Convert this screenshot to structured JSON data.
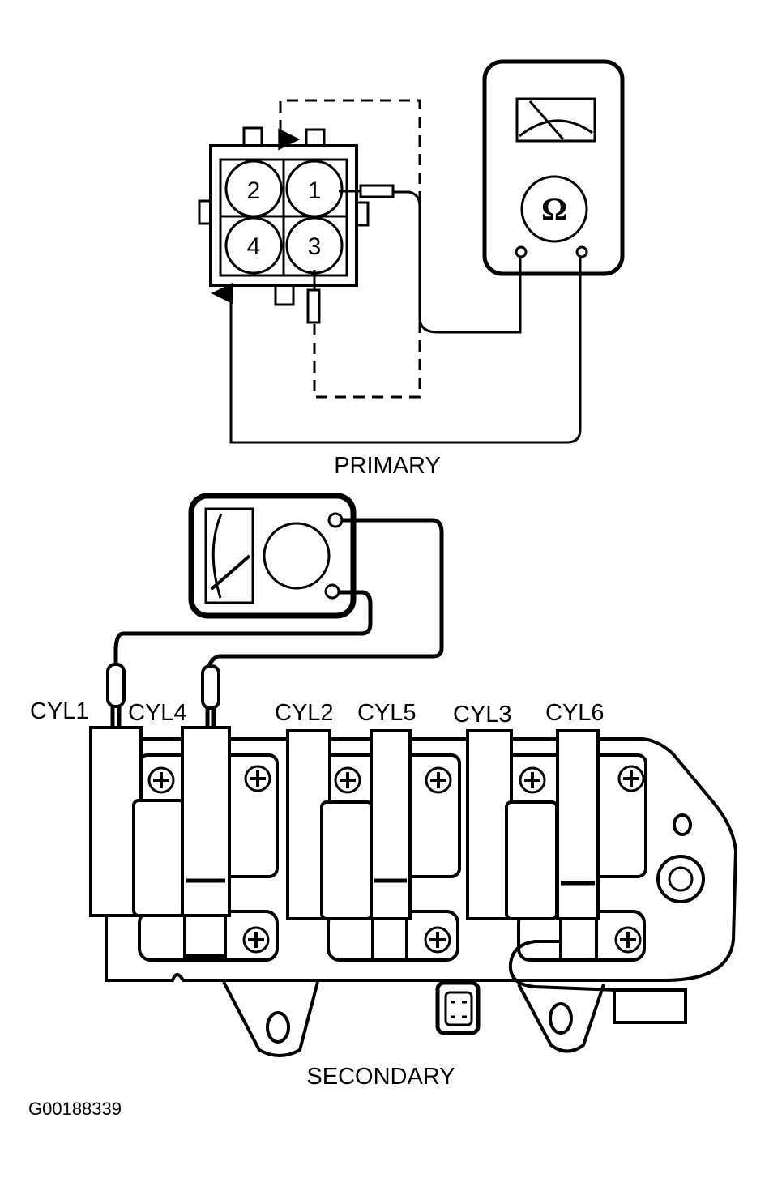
{
  "figure": {
    "id": "G00188339",
    "title": "Ignition coil resistance test"
  },
  "primary": {
    "label": "PRIMARY",
    "connector_pins": [
      "2",
      "1",
      "4",
      "3"
    ],
    "meter_symbol": "Ω",
    "meter_icon": "ohmmeter-icon"
  },
  "secondary": {
    "label": "SECONDARY",
    "coil_labels": [
      "CYL1",
      "CYL4",
      "CYL2",
      "CYL5",
      "CYL3",
      "CYL6"
    ],
    "meter_icon": "ohmmeter-icon"
  },
  "colors": {
    "ink": "#000000",
    "paper": "#ffffff"
  }
}
